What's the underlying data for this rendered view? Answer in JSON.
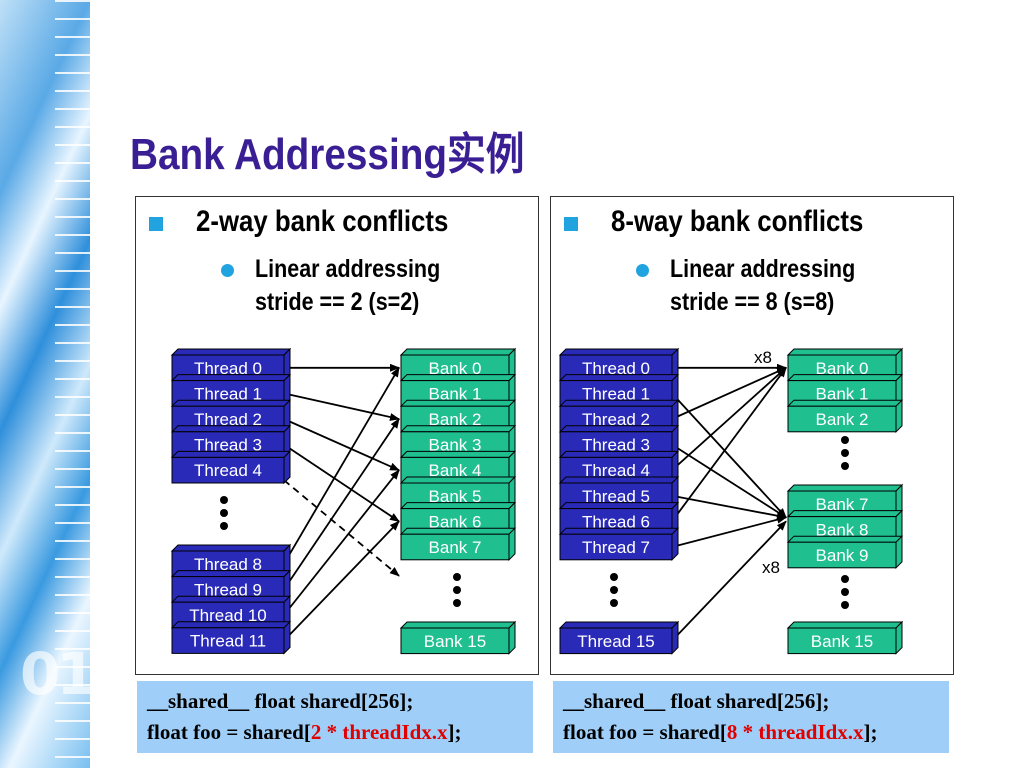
{
  "title": "Bank Addressing实例",
  "panels": [
    {
      "heading": "2-way bank conflicts",
      "sub1": "Linear addressing",
      "sub2": "stride == 2 (s=2)",
      "threads_top": [
        "Thread 0",
        "Thread 1",
        "Thread 2",
        "Thread 3",
        "Thread 4"
      ],
      "threads_bottom": [
        "Thread 8",
        "Thread 9",
        "Thread 10",
        "Thread 11"
      ],
      "banks_top": [
        "Bank 0",
        "Bank 1",
        "Bank 2",
        "Bank 3",
        "Bank 4",
        "Bank 5",
        "Bank 6",
        "Bank 7"
      ],
      "bank_last": "Bank 15",
      "code_line1": "__shared__ float shared[256];",
      "code_prefix": "float foo = shared[",
      "code_expr": "2 * threadIdx.x",
      "code_suffix": "];"
    },
    {
      "heading": "8-way bank conflicts",
      "sub1": "Linear addressing",
      "sub2": "stride == 8 (s=8)",
      "threads": [
        "Thread 0",
        "Thread 1",
        "Thread 2",
        "Thread 3",
        "Thread 4",
        "Thread 5",
        "Thread 6",
        "Thread 7"
      ],
      "thread_last": "Thread 15",
      "banks_top": [
        "Bank 0",
        "Bank 1",
        "Bank 2"
      ],
      "banks_mid": [
        "Bank 7",
        "Bank 8",
        "Bank 9"
      ],
      "bank_last": "Bank 15",
      "label_top": "x8",
      "label_bottom": "x8",
      "code_line1": "__shared__ float shared[256];",
      "code_prefix": "float foo = shared[",
      "code_expr": "8 * threadIdx.x",
      "code_suffix": "];"
    }
  ],
  "colors": {
    "title": "#3a1f94",
    "thread_fill": "#2a2ab8",
    "bank_fill": "#1fbf8f",
    "bullet": "#21a3df",
    "code_bg": "#9fcff9",
    "highlight": "#e00000"
  }
}
